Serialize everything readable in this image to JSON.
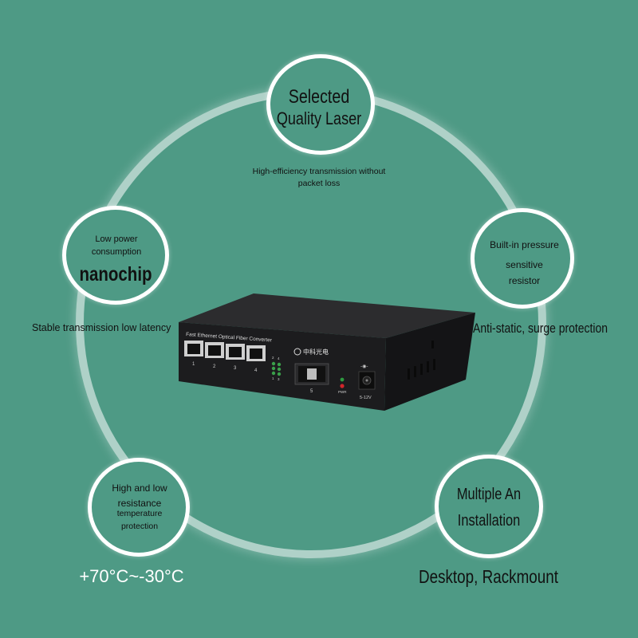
{
  "features": {
    "top": {
      "line1": "Selected",
      "line2": "Quality Laser",
      "caption": "High-efficiency transmission without packet loss"
    },
    "left": {
      "line1": "Low power",
      "line2": "consumption",
      "line3": "nanochip",
      "caption": "Stable transmission low latency"
    },
    "right": {
      "line1": "Built-in pressure",
      "line2": "sensitive",
      "line3": "resistor",
      "caption": "Anti-static, surge protection"
    },
    "bottom_left": {
      "line1": "High and low",
      "line2": "resistance",
      "line3": "temperature",
      "line4": "protection",
      "caption": "+70°C~-30°C"
    },
    "bottom_right": {
      "line1": "Multiple An",
      "line2": "Installation",
      "caption": "Desktop, Rackmount"
    }
  },
  "device": {
    "label": "Fast Ethernet Optical Fiber Converter",
    "brand": "中科光电",
    "ports": [
      "1",
      "2",
      "3",
      "4"
    ],
    "led_labels": [
      "2",
      "4",
      "1",
      "3"
    ],
    "fiber_port": "5",
    "pwr_label": "PWR",
    "voltage": "5-12V"
  },
  "colors": {
    "background": "#4e9a85",
    "device_body": "#1c1c1e",
    "ring": "#ffffff"
  }
}
